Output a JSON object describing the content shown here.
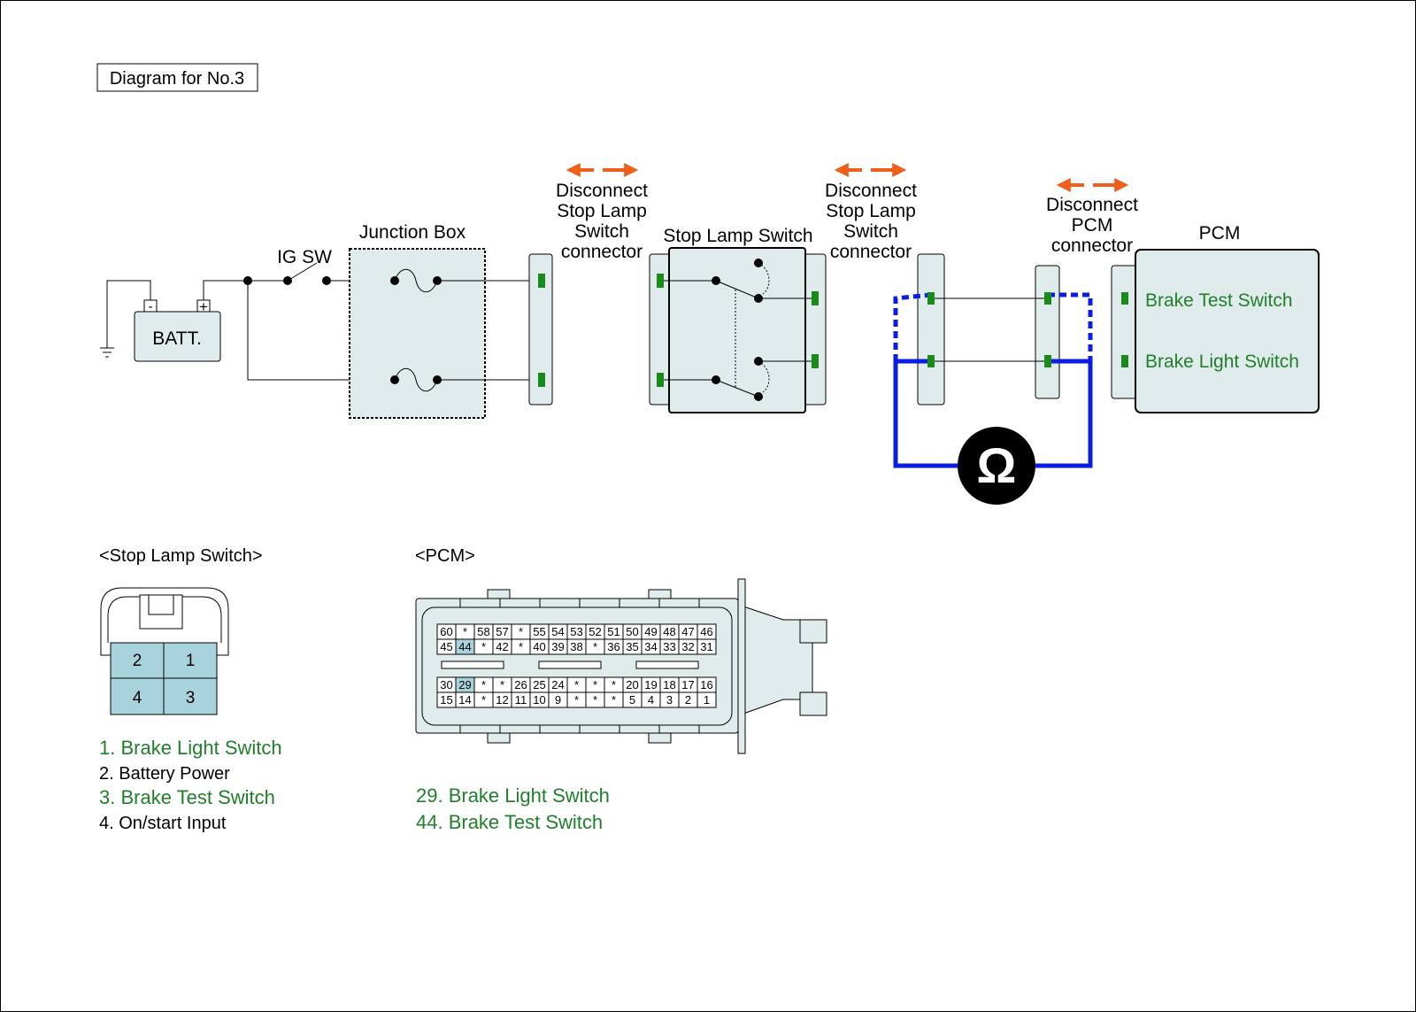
{
  "title": "Diagram for No.3",
  "colors": {
    "green_label": "#1f7f2a",
    "connector_fill": "#e0ebeb",
    "terminal_green": "#1a8a1a",
    "meter_blue": "#0b1de0",
    "arrow_orange": "#ee5f1b",
    "pin_highlight": "#a9d3dc"
  },
  "circuit": {
    "ig_sw": "IG SW",
    "junction_box": "Junction Box",
    "battery": "BATT.",
    "battery_neg": "-",
    "battery_pos": "+",
    "disconnect_1": [
      "Disconnect",
      "Stop Lamp",
      "Switch",
      "connector"
    ],
    "stop_lamp_switch": "Stop Lamp Switch",
    "disconnect_2": [
      "Disconnect",
      "Stop Lamp",
      "Switch",
      "connector"
    ],
    "disconnect_3": [
      "Disconnect",
      "PCM",
      "connector"
    ],
    "pcm": "PCM",
    "pcm_terminal_1": "Brake Test Switch",
    "pcm_terminal_2": "Brake Light Switch",
    "meter_symbol": "Ω",
    "meter_icon": "ohmmeter-icon"
  },
  "stop_lamp_connector": {
    "title": "<Stop Lamp Switch>",
    "pins": [
      "2",
      "1",
      "4",
      "3"
    ],
    "legend": [
      {
        "text": "1. Brake Light Switch",
        "highlight": true
      },
      {
        "text": "2. Battery Power",
        "highlight": false
      },
      {
        "text": "3. Brake Test Switch",
        "highlight": true
      },
      {
        "text": "4. On/start Input",
        "highlight": false
      }
    ]
  },
  "pcm_connector": {
    "title": "<PCM>",
    "top_rows": [
      [
        "60",
        "*",
        "58",
        "57",
        "*",
        "55",
        "54",
        "53",
        "52",
        "51",
        "50",
        "49",
        "48",
        "47",
        "46"
      ],
      [
        "45",
        "44",
        "*",
        "42",
        "*",
        "40",
        "39",
        "38",
        "*",
        "36",
        "35",
        "34",
        "33",
        "32",
        "31"
      ]
    ],
    "bottom_rows": [
      [
        "30",
        "29",
        "*",
        "*",
        "26",
        "25",
        "24",
        "*",
        "*",
        "*",
        "20",
        "19",
        "18",
        "17",
        "16"
      ],
      [
        "15",
        "14",
        "*",
        "12",
        "11",
        "10",
        "9",
        "*",
        "*",
        "*",
        "5",
        "4",
        "3",
        "2",
        "1"
      ]
    ],
    "highlighted_pins": [
      "44",
      "29"
    ],
    "legend": [
      {
        "text": "29. Brake Light Switch",
        "highlight": true
      },
      {
        "text": "44. Brake Test Switch",
        "highlight": true
      }
    ]
  }
}
